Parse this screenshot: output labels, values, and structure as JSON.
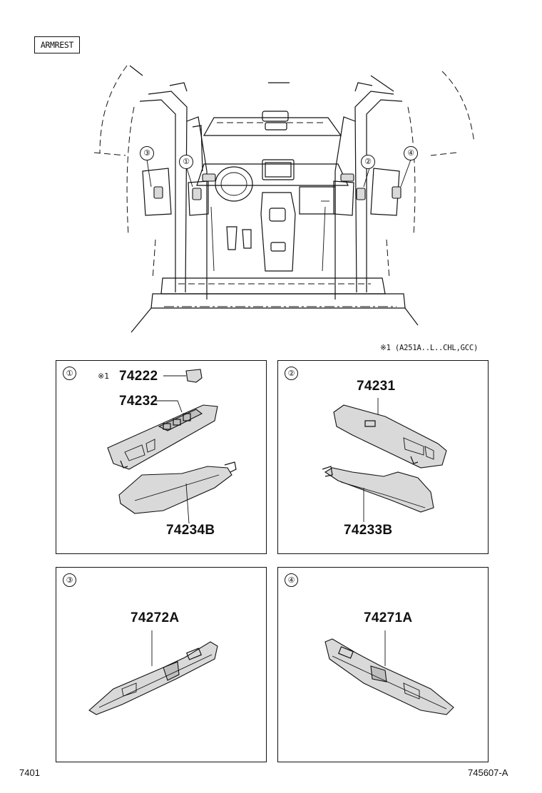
{
  "section_label": "ARMREST",
  "footnote": "※1 (A251A..L..CHL,GCC)",
  "overview_callouts": [
    "③",
    "①",
    "②",
    "④"
  ],
  "panels": [
    {
      "number": "①",
      "marker": "※1",
      "parts": [
        "74222",
        "74232",
        "74234B"
      ]
    },
    {
      "number": "②",
      "parts": [
        "74231",
        "74233B"
      ]
    },
    {
      "number": "③",
      "parts": [
        "74272A"
      ]
    },
    {
      "number": "④",
      "parts": [
        "74271A"
      ]
    }
  ],
  "page_code": "7401",
  "illustration_code": "745607-A"
}
